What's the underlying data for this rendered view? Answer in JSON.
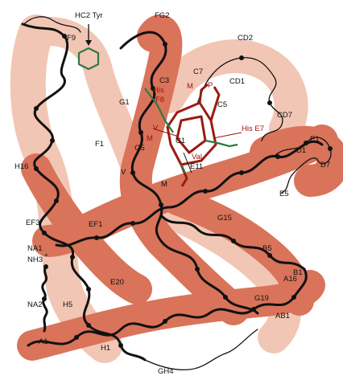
{
  "colors": {
    "helix_light": "#f2c6b4",
    "helix_dark": "#d9735a",
    "backbone": "#111111",
    "heme": "#9b1b12",
    "side_chain": "#2c7a45"
  },
  "labels": {
    "hc2_tyr": "HC2 Tyr",
    "f9": "F9",
    "fg2": "FG2",
    "cd2": "CD2",
    "c7": "C7",
    "cd1": "CD1",
    "c3": "C3",
    "m_top": "M",
    "p": "P",
    "his_f8_his": "His",
    "his_f8_f8": "F8",
    "c5": "C5",
    "cd7": "CD7",
    "g1": "G1",
    "v_upper": "V",
    "m_mid": "M",
    "c1": "C1",
    "his_e7": "His E7",
    "e1": "E1",
    "d1": "D1",
    "d7": "D7",
    "f1": "F1",
    "g5": "G5",
    "val": "Val",
    "e11": "E11",
    "h16": "H16",
    "v_lower": "V",
    "m_lower": "M",
    "e5": "E5",
    "ef3": "EF3",
    "ef1": "EF1",
    "g15": "G15",
    "b5": "B5",
    "na1": "NA1",
    "nh3": "NH3",
    "nh3_plus": "+",
    "e20": "E20",
    "a16": "A16",
    "b1": "B1",
    "na2": "NA2",
    "h5": "H5",
    "g19": "G19",
    "ab1": "AB1",
    "a1": "A1",
    "h1": "H1",
    "gh4": "GH4"
  }
}
